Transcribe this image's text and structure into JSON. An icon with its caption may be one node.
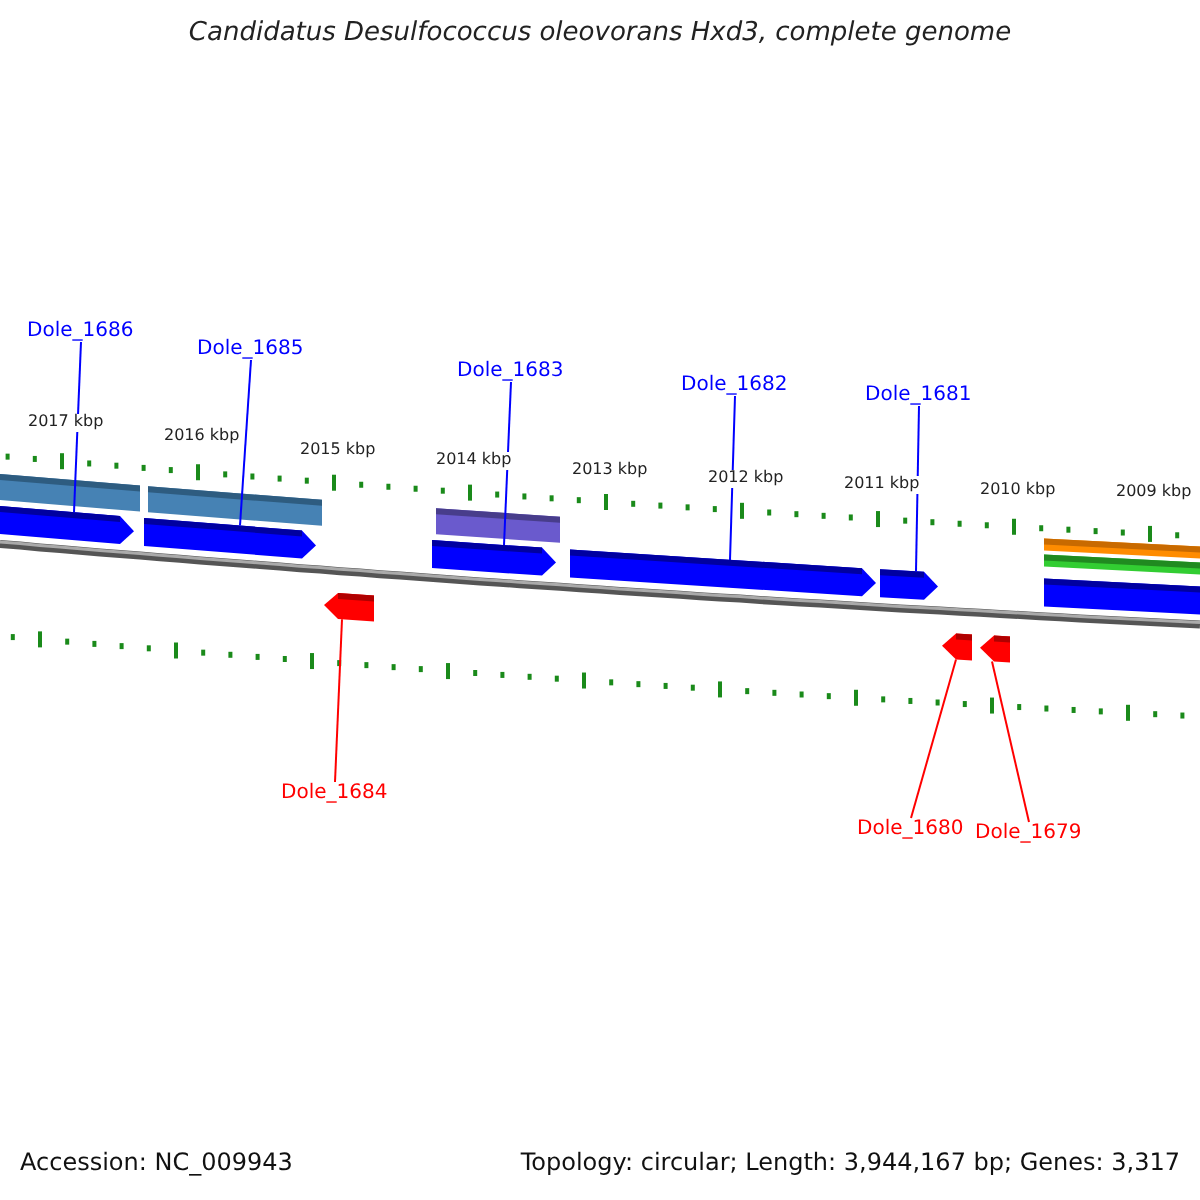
{
  "diagram": {
    "title": "Candidatus Desulfococcus oleovorans Hxd3, complete genome",
    "nodes": [
      {
        "text": [
          "Dole_1686"
        ]
      },
      {
        "text": [
          "Dole_1685"
        ]
      },
      {
        "text": [
          "Dole_1683"
        ]
      },
      {
        "text": [
          "Dole_1682"
        ]
      },
      {
        "text": [
          "Dole_1681"
        ]
      },
      {
        "text": [
          "Dole_1684"
        ]
      },
      {
        "text": [
          "Dole_1680"
        ]
      },
      {
        "text": [
          "Dole_1679"
        ]
      },
      {
        "text": [],
        "shape": "box"
      },
      {
        "text": [],
        "shape": "box"
      },
      {
        "text": [],
        "shape": "box"
      },
      {
        "text": [],
        "shape": "box"
      },
      {
        "text": [],
        "shape": "box"
      },
      {
        "text": [],
        "shape": "box"
      },
      {
        "text": [],
        "shape": "box"
      },
      {
        "text": [],
        "shape": "box"
      }
    ],
    "edges": [
      {
        "from": 0,
        "to": 8,
        "arrow": "none"
      },
      {
        "from": 1,
        "to": 9,
        "arrow": "none"
      },
      {
        "from": 2,
        "to": 11,
        "arrow": "none"
      },
      {
        "from": 3,
        "to": 12,
        "arrow": "none"
      },
      {
        "from": 4,
        "to": 13,
        "arrow": "none"
      },
      {
        "from": 5,
        "to": 10,
        "arrow": "none",
        "color": "#ff0000"
      },
      {
        "from": 6,
        "to": 14,
        "arrow": "none",
        "color": "#ff0000"
      },
      {
        "from": 7,
        "to": 15,
        "arrow": "none",
        "color": "#ff0000"
      }
    ],
    "labels": [
      "2017 kbp",
      "2016 kbp",
      "2015 kbp",
      "2014 kbp",
      "2013 kbp",
      "2012 kbp",
      "2011 kbp",
      "2010 kbp",
      "2009 kbp",
      "Accession: NC_009943",
      "Topology: circular; Length: 3,944,167 bp; Genes: 3,317"
    ]
  }
}
